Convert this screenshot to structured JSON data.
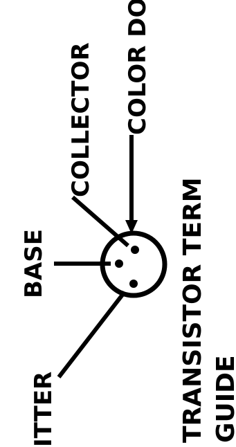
{
  "diagram": {
    "title_line1": "TRANSISTOR TERM",
    "title_line2": "GUIDE",
    "labels": {
      "base": "BASE",
      "collector": "COLLECTOR",
      "color_dot": "COLOR DOT",
      "emitter": "ITTER"
    },
    "colors": {
      "ink": "#000000",
      "background": "#ffffff"
    }
  }
}
